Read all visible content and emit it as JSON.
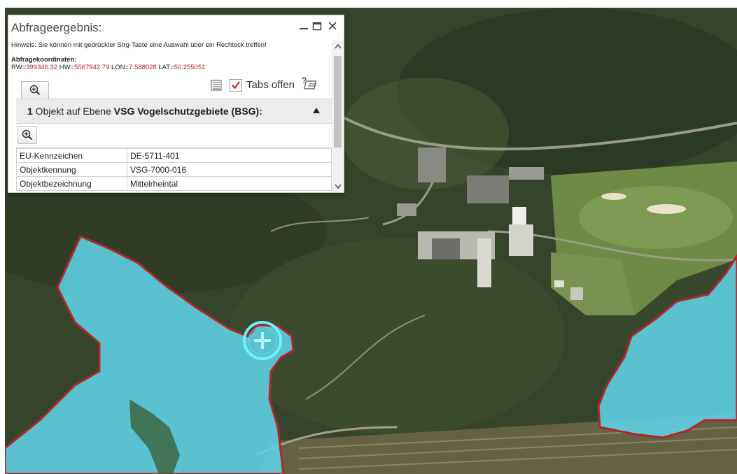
{
  "panel": {
    "title": "Abfrageergebnis:",
    "hint": "Hinweis: Sie können mit gedrückter Strg-Taste eine Auswahl über ein Rechteck treffen!",
    "coords_heading": "Abfragekoordinaten:",
    "coords": {
      "rw_label": "RW=",
      "rw_value": "399346.32",
      "hw_label": " HW=",
      "hw_value": "5567942.79",
      "lon_label": " LON=",
      "lon_value": "7.588028",
      "lat_label": " LAT=",
      "lat_value": "50.255051"
    },
    "tabs_open_label": "Tabs offen",
    "tabs_open_checked": true,
    "layer": {
      "count": "1",
      "prefix": " Objekt auf Ebene ",
      "name": "VSG Vogelschutzgebiete (BSG):"
    },
    "attributes": [
      {
        "key": "EU-Kennzeichen",
        "value": "DE-5711-401"
      },
      {
        "key": "Objektkennung",
        "value": "VSG-7000-016"
      },
      {
        "key": "Objektbezeichnung",
        "value": "Mittelrheintal"
      }
    ]
  },
  "colors": {
    "protected_area_fill": "#5fd3e6",
    "protected_area_outline": "#b3262c",
    "coordinate_value": "#b21f1f",
    "query_marker": "#6ef0ff"
  },
  "icons": {
    "minimize": "minimize-icon",
    "maximize": "maximize-icon",
    "close": "close-icon",
    "zoom": "zoom-in-icon",
    "list": "list-icon",
    "help": "help-icon",
    "collapse": "triangle-up-icon"
  }
}
